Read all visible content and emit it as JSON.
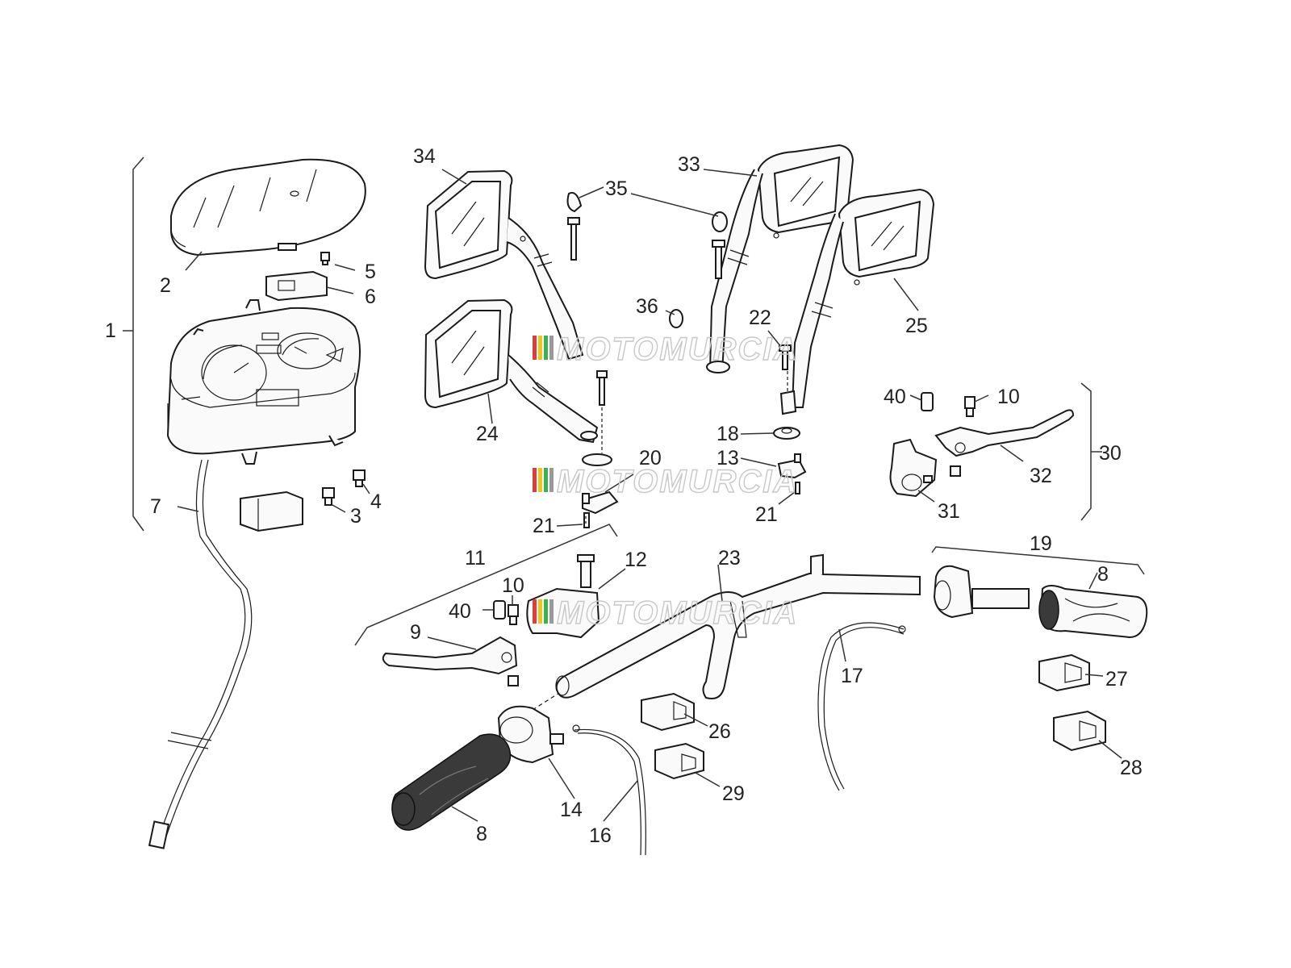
{
  "watermark": {
    "text": "MOTOMURCIA",
    "colors": [
      "#e23b3b",
      "#f0c419",
      "#3bb34a",
      "#999999"
    ]
  },
  "callouts": [
    {
      "id": "1",
      "text": "1"
    },
    {
      "id": "2",
      "text": "2"
    },
    {
      "id": "3",
      "text": "3"
    },
    {
      "id": "4",
      "text": "4"
    },
    {
      "id": "5",
      "text": "5"
    },
    {
      "id": "6",
      "text": "6"
    },
    {
      "id": "7",
      "text": "7"
    },
    {
      "id": "8a",
      "text": "8"
    },
    {
      "id": "8b",
      "text": "8"
    },
    {
      "id": "9",
      "text": "9"
    },
    {
      "id": "10a",
      "text": "10"
    },
    {
      "id": "10b",
      "text": "10"
    },
    {
      "id": "11",
      "text": "11"
    },
    {
      "id": "12",
      "text": "12"
    },
    {
      "id": "13",
      "text": "13"
    },
    {
      "id": "14",
      "text": "14"
    },
    {
      "id": "16",
      "text": "16"
    },
    {
      "id": "17",
      "text": "17"
    },
    {
      "id": "18",
      "text": "18"
    },
    {
      "id": "19",
      "text": "19"
    },
    {
      "id": "20",
      "text": "20"
    },
    {
      "id": "21a",
      "text": "21"
    },
    {
      "id": "21b",
      "text": "21"
    },
    {
      "id": "22",
      "text": "22"
    },
    {
      "id": "23",
      "text": "23"
    },
    {
      "id": "24",
      "text": "24"
    },
    {
      "id": "25",
      "text": "25"
    },
    {
      "id": "26",
      "text": "26"
    },
    {
      "id": "27",
      "text": "27"
    },
    {
      "id": "28",
      "text": "28"
    },
    {
      "id": "29",
      "text": "29"
    },
    {
      "id": "30",
      "text": "30"
    },
    {
      "id": "31",
      "text": "31"
    },
    {
      "id": "32",
      "text": "32"
    },
    {
      "id": "33",
      "text": "33"
    },
    {
      "id": "34",
      "text": "34"
    },
    {
      "id": "35",
      "text": "35"
    },
    {
      "id": "36",
      "text": "36"
    },
    {
      "id": "40a",
      "text": "40"
    },
    {
      "id": "40b",
      "text": "40"
    }
  ]
}
